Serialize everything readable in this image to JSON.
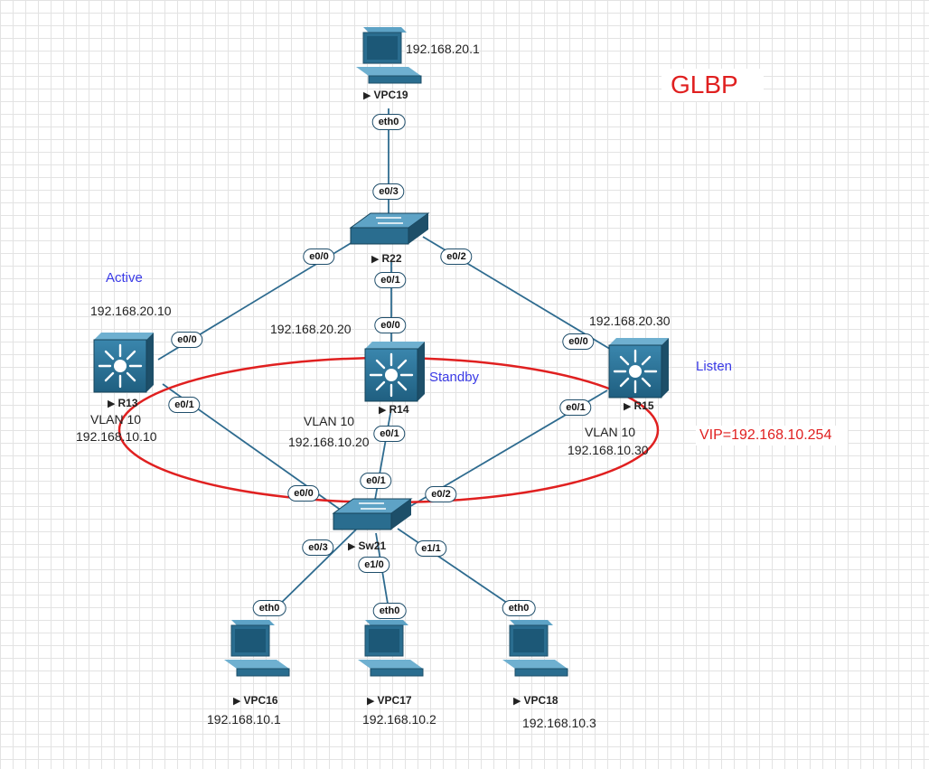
{
  "title": "GLBP",
  "vip": "VIP=192.168.10.254",
  "colors": {
    "link": "#2e6b8f",
    "device": "#2a6d8f",
    "ring": "#e02020",
    "role": "#3a3ae6"
  },
  "devices": {
    "vpc19": {
      "name": "VPC19",
      "ip": "192.168.20.1"
    },
    "r22": {
      "name": "R22"
    },
    "r13": {
      "name": "R13",
      "role": "Active",
      "ip_top": "192.168.20.10",
      "vlan": "VLAN 10",
      "ip_bottom": "192.168.10.10"
    },
    "r14": {
      "name": "R14",
      "role": "Standby",
      "ip_top": "192.168.20.20",
      "vlan": "VLAN 10",
      "ip_bottom": "192.168.10.20"
    },
    "r15": {
      "name": "R15",
      "role": "Listen",
      "ip_top": "192.168.20.30",
      "vlan": "VLAN 10",
      "ip_bottom": "192.168.10.30"
    },
    "sw21": {
      "name": "Sw21"
    },
    "vpc16": {
      "name": "VPC16",
      "ip": "192.168.10.1"
    },
    "vpc17": {
      "name": "VPC17",
      "ip": "192.168.10.2"
    },
    "vpc18": {
      "name": "VPC18",
      "ip": "192.168.10.3"
    }
  },
  "ports": {
    "vpc19_eth0": "eth0",
    "r22_e03": "e0/3",
    "r22_e00": "e0/0",
    "r22_e01": "e0/1",
    "r22_e02": "e0/2",
    "r13_e00": "e0/0",
    "r13_e01": "e0/1",
    "r14_e00": "e0/0",
    "r14_e01": "e0/1",
    "r15_e00": "e0/0",
    "r15_e01": "e0/1",
    "sw21_e00": "e0/0",
    "sw21_e01": "e0/1",
    "sw21_e02": "e0/2",
    "sw21_e03": "e0/3",
    "sw21_e10": "e1/0",
    "sw21_e11": "e1/1",
    "vpc16_eth0": "eth0",
    "vpc17_eth0": "eth0",
    "vpc18_eth0": "eth0"
  }
}
